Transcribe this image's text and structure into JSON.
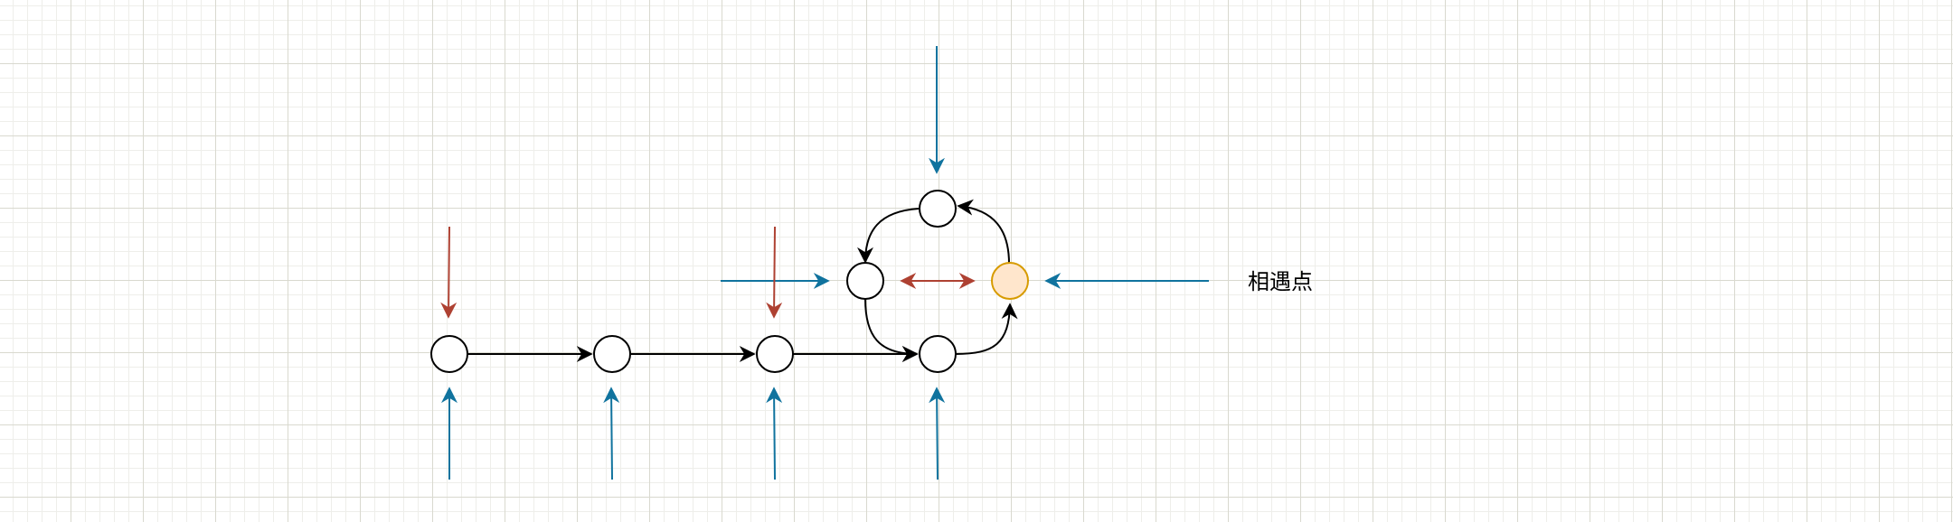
{
  "colors": {
    "node_fill": "#ffffff",
    "node_stroke": "#000000",
    "meet_fill": "#ffe6cc",
    "meet_stroke": "#d79b00",
    "slow_pointer": "#ae4132",
    "fast_pointer": "#10739e",
    "edge": "#000000"
  },
  "meet_label": "相遇点",
  "nodes": [
    {
      "id": "n1"
    },
    {
      "id": "n2"
    },
    {
      "id": "n3"
    },
    {
      "id": "n4"
    },
    {
      "id": "n5"
    },
    {
      "id": "n6",
      "meeting": true
    },
    {
      "id": "n7"
    }
  ]
}
